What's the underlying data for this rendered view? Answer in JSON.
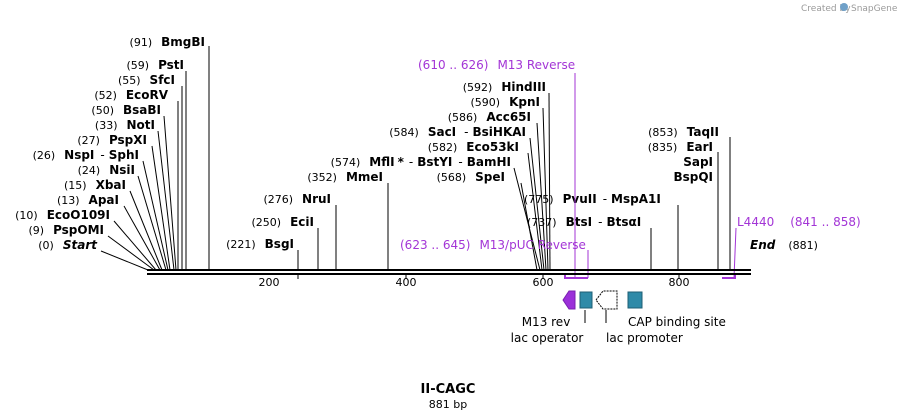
{
  "credit": {
    "prefix": "Created by",
    "brand": "SnapGene"
  },
  "sequence": {
    "name": "II-CAGC",
    "length_label": "881 bp",
    "length": 881
  },
  "ticks": [
    {
      "label": "200"
    },
    {
      "label": "400"
    },
    {
      "label": "600"
    },
    {
      "label": "800"
    }
  ],
  "sites": [
    {
      "pos": "(91)",
      "name": "BmgBI"
    },
    {
      "pos": "(59)",
      "name": "PstI"
    },
    {
      "pos": "(55)",
      "name": "SfcI"
    },
    {
      "pos": "(52)",
      "name": "EcoRV"
    },
    {
      "pos": "(50)",
      "name": "BsaBI"
    },
    {
      "pos": "(33)",
      "name": "NotI"
    },
    {
      "pos": "(27)",
      "name": "PspXI"
    },
    {
      "pos": "(26)",
      "name": "NspI",
      "alt": "SphI"
    },
    {
      "pos": "(24)",
      "name": "NsiI"
    },
    {
      "pos": "(15)",
      "name": "XbaI"
    },
    {
      "pos": "(13)",
      "name": "ApaI"
    },
    {
      "pos": "(10)",
      "name": "EcoO109I"
    },
    {
      "pos": "(9)",
      "name": "PspOMI"
    },
    {
      "pos": "(0)",
      "name": "Start"
    },
    {
      "pos": "(221)",
      "name": "BsgI"
    },
    {
      "pos": "(250)",
      "name": "EciI"
    },
    {
      "pos": "(276)",
      "name": "NruI"
    },
    {
      "pos": "(352)",
      "name": "MmeI"
    },
    {
      "pos": "(574)",
      "name": "MflI",
      "star": "*",
      "alt": "BstYI",
      "alt2": "BamHI"
    },
    {
      "pos": "(568)",
      "name": "SpeI"
    },
    {
      "pos": "(582)",
      "name": "Eco53kI"
    },
    {
      "pos": "(584)",
      "name": "SacI",
      "alt": "BsiHKAI"
    },
    {
      "pos": "(586)",
      "name": "Acc65I"
    },
    {
      "pos": "(590)",
      "name": "KpnI"
    },
    {
      "pos": "(592)",
      "name": "HindIII"
    },
    {
      "pos": "(775)",
      "name": "PvuII",
      "alt": "MspA1I"
    },
    {
      "pos": "(737)",
      "name": "BtsI",
      "alt": "BtsαI"
    },
    {
      "pos": "(853)",
      "name": "TaqII"
    },
    {
      "pos": "(835)",
      "name": "EarI"
    },
    {
      "name": "SapI"
    },
    {
      "name": "BspQI"
    },
    {
      "pos": "(881)",
      "name": "End"
    }
  ],
  "primers": [
    {
      "range": "(610 .. 626)",
      "name": "M13 Reverse"
    },
    {
      "range": "(623 .. 645)",
      "name": "M13/pUC Reverse"
    },
    {
      "name": "L4440",
      "range": "(841 .. 858)"
    }
  ],
  "features": [
    {
      "name": "M13 rev",
      "color": "#9b30d9"
    },
    {
      "name": "lac operator",
      "color": "#2e8aa8"
    },
    {
      "name": "lac promoter",
      "color": "#ffffff"
    },
    {
      "name": "CAP binding site",
      "color": "#2e8aa8"
    }
  ],
  "colors": {
    "primer": "#a335d6",
    "backbone": "#000000",
    "snapgene_logo": "#6fa0c8"
  }
}
